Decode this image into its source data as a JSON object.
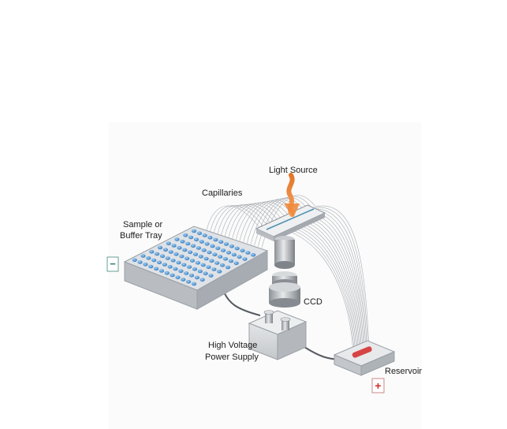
{
  "labels": {
    "light_source": "Light Source",
    "capillaries": "Capillaries",
    "tray_line1": "Sample or",
    "tray_line2": "Buffer Tray",
    "ccd": "CCD",
    "hv_line1": "High Voltage",
    "hv_line2": "Power Supply",
    "reservoir": "Reservoir"
  },
  "electrode_signs": {
    "negative": "−",
    "positive": "+"
  },
  "colors": {
    "well_blue": "#3f86c8",
    "tray_grey": "#c9ccd0",
    "light_orange": "#f08a3c",
    "reservoir_red": "#d64545",
    "positive_red": "#d22b2b",
    "negative_teal": "#2c7d74"
  }
}
